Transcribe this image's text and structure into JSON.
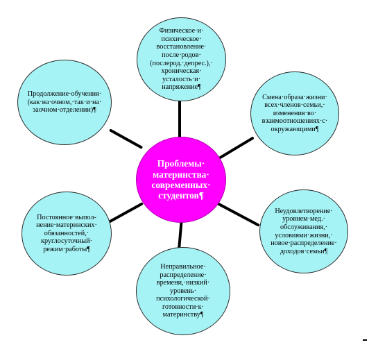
{
  "diagram": {
    "center": {
      "text": "Проблемы·\nматеринства·\nсовременных·\nстудентов¶",
      "fill": "#ff00ff"
    },
    "node_fill": "#a6f3f6",
    "line_color": "#000000",
    "nodes": [
      {
        "key": "top",
        "text": "Физическое·и·\nпсихическое·\nвосстановление·\nпосле·родов·\n(послерод.·депрес.),·\nхроническая·\nусталость·и·\nнапряжение¶"
      },
      {
        "key": "upper-right",
        "text": "Смена·образа·жизни·\nвсех·членов·семьи,·\nизменения·во·\nвзаимоотношениях·с·\nокружающими¶"
      },
      {
        "key": "lower-right",
        "text": "Неудовлетворение·\nуровнем·мед.·\nобслуживания,·\nусловиями·жизни,·\nновое·распределение·\nдоходов·семьи¶"
      },
      {
        "key": "bottom",
        "text": "Неправильное·\nраспределение·\nвремени,·низкий·\nуровень·\nпсихологической·\nготовности·к·\nматеринству¶"
      },
      {
        "key": "lower-left",
        "text": "Постоянное·выпол-\nнение·материнских·\nобязанностей,·\nкруглосуточный·\nрежим·работы¶"
      },
      {
        "key": "upper-left",
        "text": "Продолжение·обучения·\n(как·на·очном,·так·и·на·\nзаочном·отделении)¶"
      }
    ]
  }
}
